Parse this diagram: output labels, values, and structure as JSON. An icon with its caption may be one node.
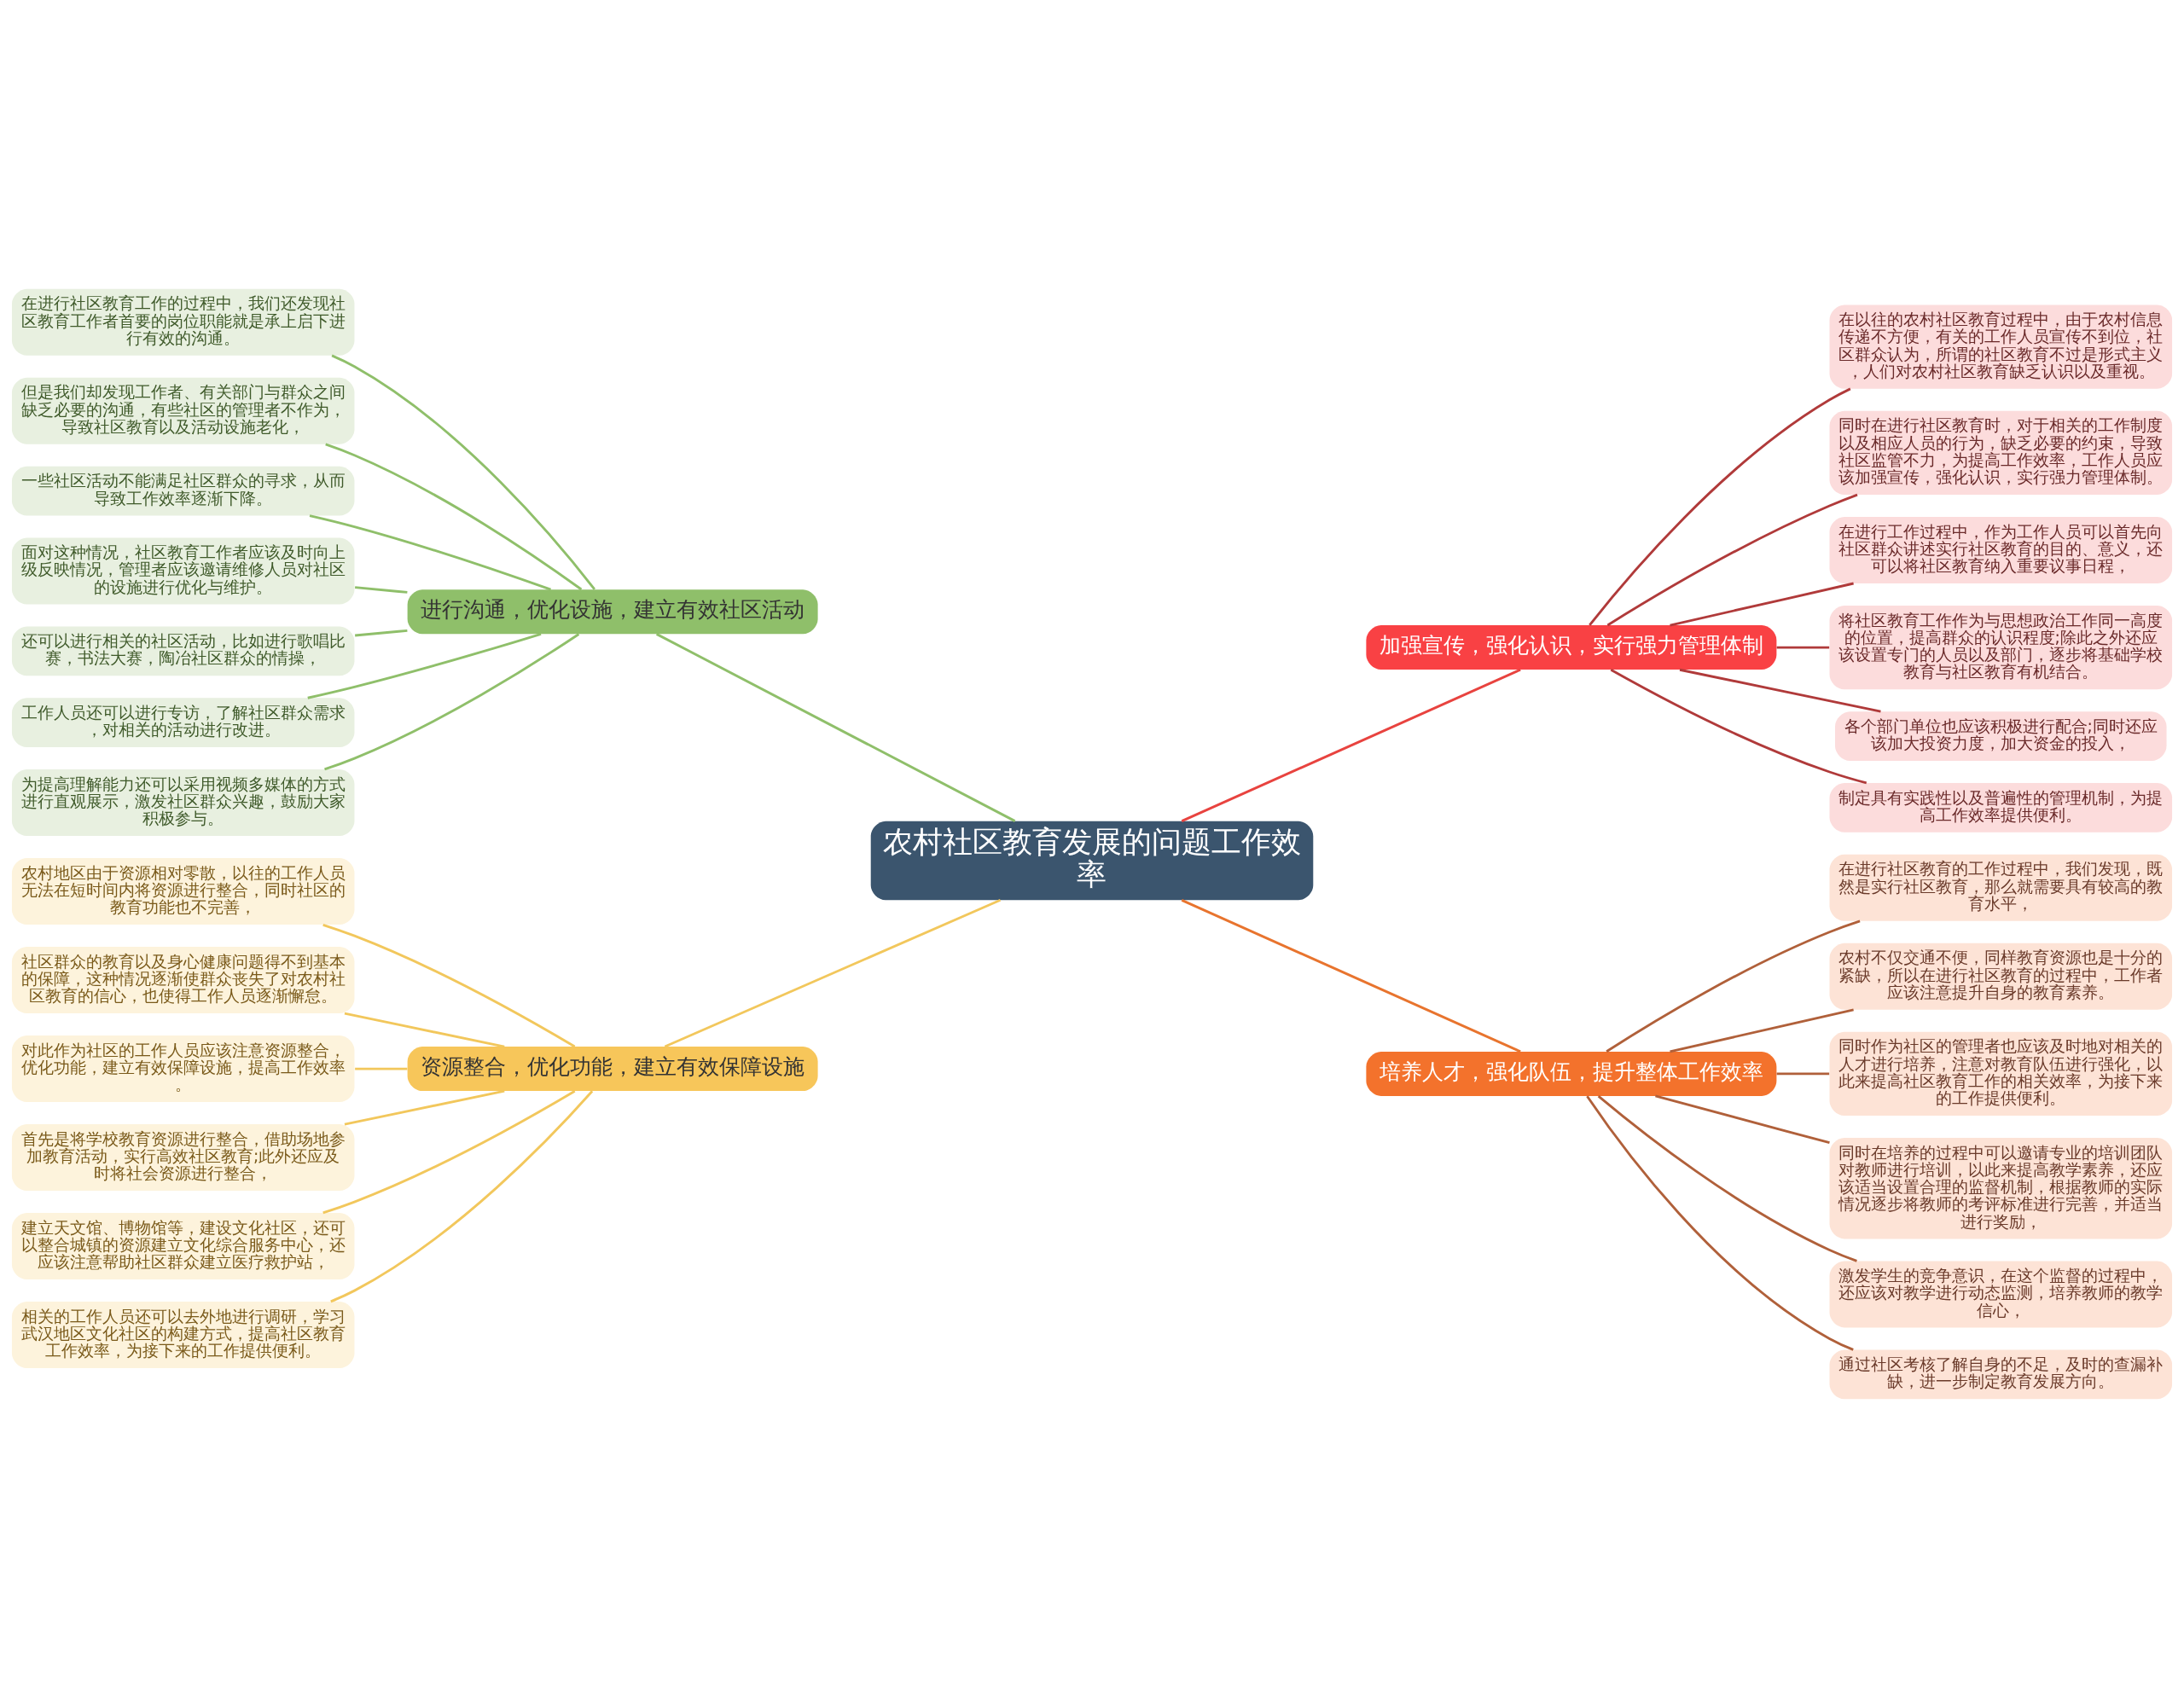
{
  "diagram": {
    "nodes": [
      {
        "text": [
          "农村社区教育发展的问题工作效率"
        ]
      },
      {
        "text": [
          "进行沟通，优化设施，建立有效社区活动"
        ]
      },
      {
        "text": [
          "在进行社区教育工作的过程中，我们还发现社区教育工作者首要的岗位职能就是承上启下进行有效的沟通。"
        ]
      },
      {
        "text": [
          "但是我们却发现工作者、有关部门与群众之间缺乏必要的沟通，有些社区的管理者不作为，导致社区教育以及活动设施老化，"
        ]
      },
      {
        "text": [
          "一些社区活动不能满足社区群众的寻求，从而导致工作效率逐渐下降。"
        ]
      },
      {
        "text": [
          "面对这种情况，社区教育工作者应该及时向上级反映情况，管理者应该邀请维修人员对社区的设施进行优化与维护。"
        ]
      },
      {
        "text": [
          "还可以进行相关的社区活动，比如进行歌唱比赛，书法大赛，陶冶社区群众的情操，"
        ]
      },
      {
        "text": [
          "工作人员还可以进行专访，了解社区群众需求，对相关的活动进行改进。"
        ]
      },
      {
        "text": [
          "为提高理解能力还可以采用视频多媒体的方式进行直观展示，激发社区群众兴趣，鼓励大家积极参与。"
        ]
      },
      {
        "text": [
          "资源整合，优化功能，建立有效保障设施"
        ]
      },
      {
        "text": [
          "农村地区由于资源相对零散，以往的工作人员无法在短时间内将资源进行整合，同时社区的教育功能也不完善，"
        ]
      },
      {
        "text": [
          "社区群众的教育以及身心健康问题得不到基本的保障，这种情况逐渐使群众丧失了对农村社区教育的信心，也使得工作人员逐渐懈怠。"
        ]
      },
      {
        "text": [
          "对此作为社区的工作人员应该注意资源整合，优化功能，建立有效保障设施，提高工作效率。"
        ]
      },
      {
        "text": [
          "首先是将学校教育资源进行整合，借助场地参加教育活动，实行高效社区教育;此外还应及时将社会资源进行整合，"
        ]
      },
      {
        "text": [
          "建立天文馆、博物馆等，建设文化社区，还可以整合城镇的资源建立文化综合服务中心，还应该注意帮助社区群众建立医疗救护站，"
        ]
      },
      {
        "text": [
          "相关的工作人员还可以去外地进行调研，学习武汉地区文化社区的构建方式，提高社区教育工作效率，为接下来的工作提供便利。"
        ]
      },
      {
        "text": [
          "加强宣传，强化认识，实行强力管理体制"
        ]
      },
      {
        "text": [
          "在以往的农村社区教育过程中，由于农村信息传递不方便，有关的工作人员宣传不到位，社区群众认为，所谓的社区教育不过是形式主义，人们对农村社区教育缺乏认识以及重视。"
        ]
      },
      {
        "text": [
          "同时在进行社区教育时，对于相关的工作制度以及相应人员的行为，缺乏必要的约束，导致社区监管不力，为提高工作效率，工作人员应该加强宣传，强化认识，实行强力管理体制。"
        ]
      },
      {
        "text": [
          "在进行工作过程中，作为工作人员可以首先向社区群众讲述实行社区教育的目的、意义，还可以将社区教育纳入重要议事日程，"
        ]
      },
      {
        "text": [
          "将社区教育工作作为与思想政治工作同一高度的位置，提高群众的认识程度;除此之外还应该设置专门的人员以及部门，逐步将基础学校教育与社区教育有机结合。"
        ]
      },
      {
        "text": [
          "各个部门单位也应该积极进行配合;同时还应该加大投资力度，加大资金的投入，"
        ]
      },
      {
        "text": [
          "制定具有实践性以及普遍性的管理机制，为提高工作效率提供便利。"
        ]
      },
      {
        "text": [
          "培养人才，强化队伍，提升整体工作效率"
        ]
      },
      {
        "text": [
          "在进行社区教育的工作过程中，我们发现，既然是实行社区教育，那么就需要具有较高的教育水平，"
        ]
      },
      {
        "text": [
          "农村不仅交通不便，同样教育资源也是十分的紧缺，所以在进行社区教育的过程中，工作者应该注意提升自身的教育素养。"
        ]
      },
      {
        "text": [
          "同时作为社区的管理者也应该及时地对相关的人才进行培养，注意对教育队伍进行强化，以此来提高社区教育工作的相关效率，为接下来的工作提供便利。"
        ]
      },
      {
        "text": [
          "同时在培养的过程中可以邀请专业的培训团队对教师进行培训，以此来提高教学素养，还应该适当设置合理的监督机制，根据教师的实际情况逐步将教师的考评标准进行完善，并适当进行奖励，"
        ]
      },
      {
        "text": [
          "激发学生的竞争意识，在这个监督的过程中，还应该对教学进行动态监测，培养教师的教学信心，"
        ]
      },
      {
        "text": [
          "通过社区考核了解自身的不足，及时的查漏补缺，进一步制定教育发展方向。"
        ]
      }
    ],
    "edges": [
      {
        "from": 1,
        "to": 0,
        "arrow": "none",
        "color": "#8fbf6a"
      },
      {
        "from": 2,
        "to": 1,
        "arrow": "none",
        "color": "#8fbf6a"
      },
      {
        "from": 3,
        "to": 1,
        "arrow": "none",
        "color": "#8fbf6a"
      },
      {
        "from": 4,
        "to": 1,
        "arrow": "none",
        "color": "#8fbf6a"
      },
      {
        "from": 5,
        "to": 1,
        "arrow": "none",
        "color": "#8fbf6a"
      },
      {
        "from": 6,
        "to": 1,
        "arrow": "none",
        "color": "#8fbf6a"
      },
      {
        "from": 7,
        "to": 1,
        "arrow": "none",
        "color": "#8fbf6a"
      },
      {
        "from": 8,
        "to": 1,
        "arrow": "none",
        "color": "#8fbf6a"
      },
      {
        "from": 9,
        "to": 0,
        "arrow": "none",
        "color": "#f2c75c"
      },
      {
        "from": 10,
        "to": 9,
        "arrow": "none",
        "color": "#f2c75c"
      },
      {
        "from": 11,
        "to": 9,
        "arrow": "none",
        "color": "#f2c75c"
      },
      {
        "from": 12,
        "to": 9,
        "arrow": "none",
        "color": "#f2c75c"
      },
      {
        "from": 13,
        "to": 9,
        "arrow": "none",
        "color": "#f2c75c"
      },
      {
        "from": 14,
        "to": 9,
        "arrow": "none",
        "color": "#f2c75c"
      },
      {
        "from": 15,
        "to": 9,
        "arrow": "none",
        "color": "#f2c75c"
      },
      {
        "from": 0,
        "to": 16,
        "arrow": "none",
        "color": "#e8433f"
      },
      {
        "from": 16,
        "to": 17,
        "arrow": "none",
        "color": "#b03a3a"
      },
      {
        "from": 16,
        "to": 18,
        "arrow": "none",
        "color": "#b03a3a"
      },
      {
        "from": 16,
        "to": 19,
        "arrow": "none",
        "color": "#b03a3a"
      },
      {
        "from": 16,
        "to": 20,
        "arrow": "none",
        "color": "#b03a3a"
      },
      {
        "from": 16,
        "to": 21,
        "arrow": "none",
        "color": "#b03a3a"
      },
      {
        "from": 16,
        "to": 22,
        "arrow": "none",
        "color": "#b03a3a"
      },
      {
        "from": 0,
        "to": 23,
        "arrow": "none",
        "color": "#e8742e"
      },
      {
        "from": 23,
        "to": 24,
        "arrow": "none",
        "color": "#b0603a"
      },
      {
        "from": 23,
        "to": 25,
        "arrow": "none",
        "color": "#b0603a"
      },
      {
        "from": 23,
        "to": 26,
        "arrow": "none",
        "color": "#b0603a"
      },
      {
        "from": 23,
        "to": 27,
        "arrow": "none",
        "color": "#b0603a"
      },
      {
        "from": 23,
        "to": 28,
        "arrow": "none",
        "color": "#b0603a"
      },
      {
        "from": 23,
        "to": 29,
        "arrow": "none",
        "color": "#b0603a"
      }
    ]
  }
}
